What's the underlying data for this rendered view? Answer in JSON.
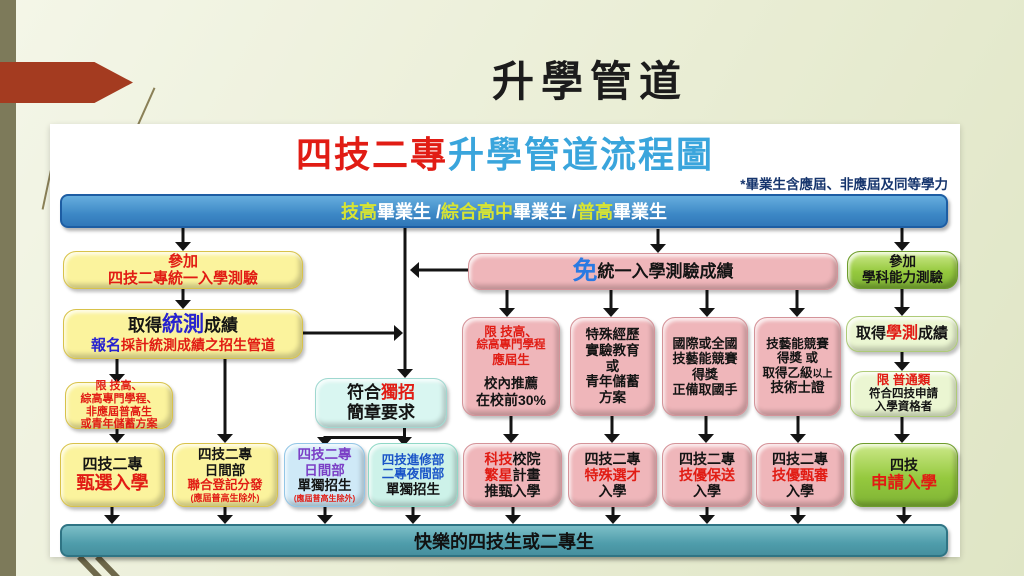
{
  "slide": {
    "title": "升學管道"
  },
  "colors": {
    "accent_red": "#e11c14",
    "heading_blue": "#3aa5dc",
    "banner_blue": "#3d88c6",
    "banner_teal": "#4f9dab",
    "box_yellow": "#fbf39d",
    "box_pink": "#efb6ba",
    "box_green": "#95c93e",
    "box_light_green": "#ebf6d2",
    "box_cyan": "#d9f6f1",
    "box_light_blue": "#cfe9f7",
    "box_mint": "#cdf2e9",
    "decor_red_arrow": "#a43b20",
    "decor_olive_bar": "#7d7a5a"
  },
  "flowchart": {
    "heading": {
      "red": "四技二專",
      "blue": "升學管道流程圖"
    },
    "subtitle": "*畢業生含應屆、非應屆及同等學力",
    "top_banner": {
      "s1": "技高",
      "s2": "畢業生 /",
      "s3": "綜合高中",
      "s4": "畢業生 /",
      "s5": "普高",
      "s6": "畢業生"
    },
    "left": {
      "join_test": {
        "l1": "參加",
        "l2": "四技二專統一入學測驗"
      },
      "get_score": {
        "a": "取得",
        "b": "統測",
        "c": "成績",
        "d": "報名",
        "e": "採計統測成績之招生管道"
      },
      "limit_note": {
        "l1": "限 技高、",
        "l2": "綜高專門學程、",
        "l3": "非應屆普高生",
        "l4": "或青年儲蓄方案"
      }
    },
    "middle": {
      "exempt": {
        "a": "免",
        "b": "統一入學測驗成績"
      },
      "indep": {
        "a": "符合",
        "b": "獨招",
        "l2": "簡章要求"
      },
      "recommend": {
        "l1": "限 技高、",
        "l2": "綜高專門學程",
        "l3": "應屆生",
        "l4": "校內推薦",
        "l5": "在校前30%"
      },
      "special_exp": {
        "l1": "特殊經歷",
        "l2": "實驗教育",
        "l3": "或",
        "l4": "青年儲蓄",
        "l5": "方案"
      },
      "intl_comp": {
        "l1": "國際或全國",
        "l2": "技藝能競賽",
        "l3": "得獎",
        "l4": "正備取國手"
      },
      "skill_cert": {
        "l1": "技藝能競賽",
        "l2": "得獎 或",
        "l3a": "取得乙級",
        "l3b": "以上",
        "l4": "技術士證"
      }
    },
    "right": {
      "join_gsat": {
        "l1": "參加",
        "l2": "學科能力測驗"
      },
      "get_gsat": {
        "a": "取得",
        "b": "學測",
        "c": "成績"
      },
      "gsat_limit": {
        "l1": "限 普通類",
        "l2": "符合四技申請",
        "l3": "入學資格者"
      }
    },
    "bottom_row": [
      {
        "l1": "四技二專",
        "l2": "甄選入學"
      },
      {
        "l1": "四技二專",
        "l2": "日間部",
        "l3": "聯合登記分發",
        "l4": "(應屆普高生除外)"
      },
      {
        "l1": "四技二專",
        "l2": "日間部",
        "l3": "單獨招生",
        "l4": "(應屆普高生除外)"
      },
      {
        "l1": "四技進修部",
        "l2": "二專夜間部",
        "l3": "單獨招生"
      },
      {
        "l1a": "科技",
        "l1b": "校院",
        "l2a": "繁星",
        "l2b": "計畫",
        "l3": "推甄入學"
      },
      {
        "l1": "四技二專",
        "l2": "特殊選才",
        "l3": "入學"
      },
      {
        "l1": "四技二專",
        "l2": "技優保送",
        "l3": "入學"
      },
      {
        "l1": "四技二專",
        "l2": "技優甄審",
        "l3": "入學"
      },
      {
        "l1": "四技",
        "l2": "申請入學"
      }
    ],
    "bottom_banner": "快樂的四技生或二專生"
  }
}
